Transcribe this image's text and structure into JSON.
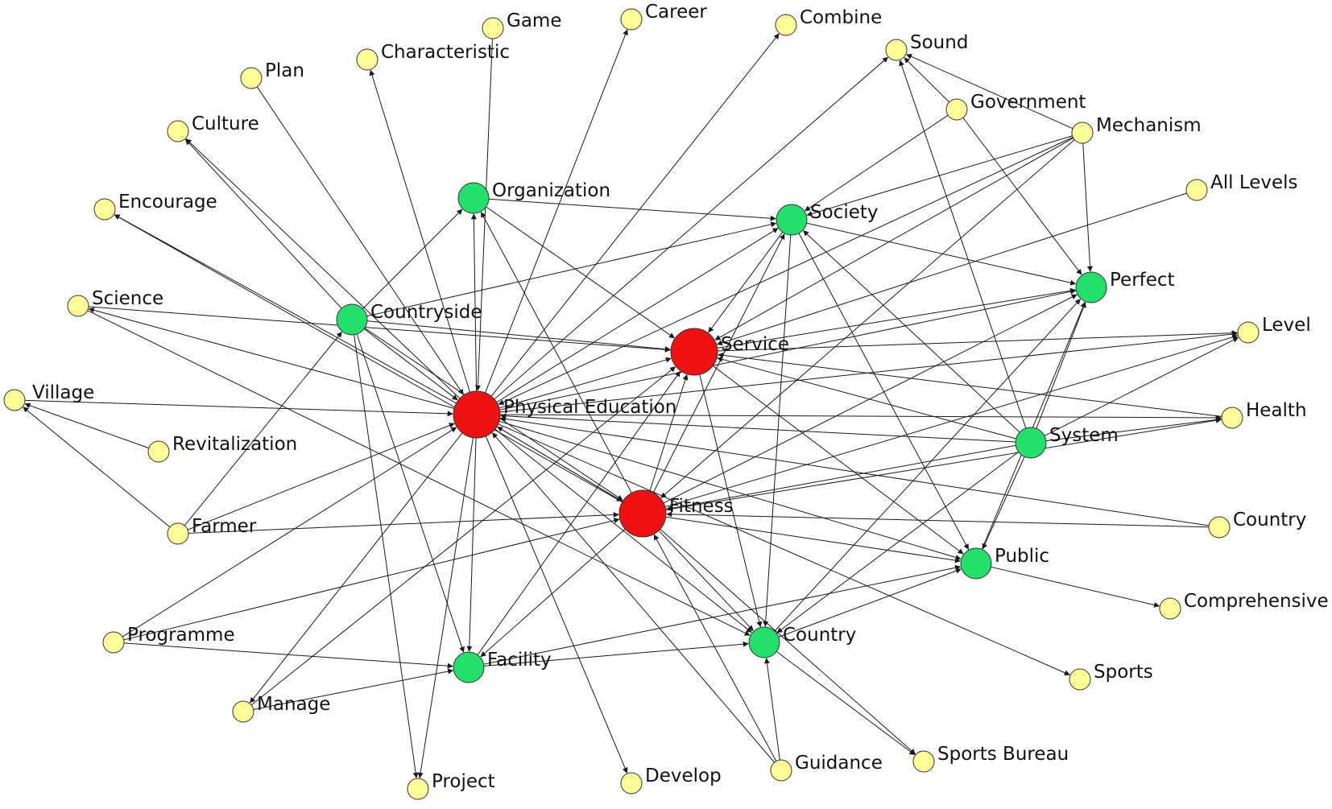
{
  "colors": {
    "core": "#ee1111",
    "secondary": "#22e06a",
    "peripheral": "#ffff99",
    "edge": "#1a1a1a"
  },
  "nodes": [
    {
      "id": "physical_education",
      "label": "Physical Education",
      "tier": "core"
    },
    {
      "id": "service",
      "label": "Service",
      "tier": "core"
    },
    {
      "id": "fitness",
      "label": "Fitness",
      "tier": "core"
    },
    {
      "id": "organization",
      "label": "Organization",
      "tier": "secondary"
    },
    {
      "id": "society",
      "label": "Society",
      "tier": "secondary"
    },
    {
      "id": "countryside",
      "label": "Countryside",
      "tier": "secondary"
    },
    {
      "id": "perfect",
      "label": "Perfect",
      "tier": "secondary"
    },
    {
      "id": "system",
      "label": "System",
      "tier": "secondary"
    },
    {
      "id": "public",
      "label": "Public",
      "tier": "secondary"
    },
    {
      "id": "country_g",
      "label": "Country",
      "tier": "secondary"
    },
    {
      "id": "facility",
      "label": "Facility",
      "tier": "secondary"
    },
    {
      "id": "game",
      "label": "Game",
      "tier": "peripheral"
    },
    {
      "id": "career",
      "label": "Career",
      "tier": "peripheral"
    },
    {
      "id": "combine",
      "label": "Combine",
      "tier": "peripheral"
    },
    {
      "id": "sound",
      "label": "Sound",
      "tier": "peripheral"
    },
    {
      "id": "characteristic",
      "label": "Characteristic",
      "tier": "peripheral"
    },
    {
      "id": "plan",
      "label": "Plan",
      "tier": "peripheral"
    },
    {
      "id": "government",
      "label": "Government",
      "tier": "peripheral"
    },
    {
      "id": "mechanism",
      "label": "Mechanism",
      "tier": "peripheral"
    },
    {
      "id": "culture",
      "label": "Culture",
      "tier": "peripheral"
    },
    {
      "id": "all_levels",
      "label": "All Levels",
      "tier": "peripheral"
    },
    {
      "id": "encourage",
      "label": "Encourage",
      "tier": "peripheral"
    },
    {
      "id": "science",
      "label": "Science",
      "tier": "peripheral"
    },
    {
      "id": "level",
      "label": "Level",
      "tier": "peripheral"
    },
    {
      "id": "village",
      "label": "Village",
      "tier": "peripheral"
    },
    {
      "id": "health",
      "label": "Health",
      "tier": "peripheral"
    },
    {
      "id": "revitalization",
      "label": "Revitalization",
      "tier": "peripheral"
    },
    {
      "id": "farmer",
      "label": "Farmer",
      "tier": "peripheral"
    },
    {
      "id": "country_y",
      "label": "Country",
      "tier": "peripheral"
    },
    {
      "id": "comprehensive",
      "label": "Comprehensive",
      "tier": "peripheral"
    },
    {
      "id": "programme",
      "label": "Programme",
      "tier": "peripheral"
    },
    {
      "id": "sports",
      "label": "Sports",
      "tier": "peripheral"
    },
    {
      "id": "manage",
      "label": "Manage",
      "tier": "peripheral"
    },
    {
      "id": "guidance",
      "label": "Guidance",
      "tier": "peripheral"
    },
    {
      "id": "sports_bureau",
      "label": "Sports Bureau",
      "tier": "peripheral"
    },
    {
      "id": "project",
      "label": "Project",
      "tier": "peripheral"
    },
    {
      "id": "develop",
      "label": "Develop",
      "tier": "peripheral"
    }
  ],
  "edges": [
    [
      "physical_education",
      "characteristic"
    ],
    [
      "physical_education",
      "career"
    ],
    [
      "physical_education",
      "combine"
    ],
    [
      "physical_education",
      "sound"
    ],
    [
      "physical_education",
      "organization"
    ],
    [
      "physical_education",
      "society"
    ],
    [
      "physical_education",
      "service"
    ],
    [
      "physical_education",
      "perfect"
    ],
    [
      "physical_education",
      "level"
    ],
    [
      "physical_education",
      "health"
    ],
    [
      "physical_education",
      "public"
    ],
    [
      "physical_education",
      "country_g"
    ],
    [
      "physical_education",
      "facility"
    ],
    [
      "physical_education",
      "project"
    ],
    [
      "physical_education",
      "develop"
    ],
    [
      "physical_education",
      "sports"
    ],
    [
      "physical_education",
      "fitness"
    ],
    [
      "physical_education",
      "culture"
    ],
    [
      "physical_education",
      "encourage"
    ],
    [
      "physical_education",
      "manage"
    ],
    [
      "countryside",
      "physical_education"
    ],
    [
      "village",
      "physical_education"
    ],
    [
      "farmer",
      "physical_education"
    ],
    [
      "plan",
      "physical_education"
    ],
    [
      "game",
      "physical_education"
    ],
    [
      "system",
      "physical_education"
    ],
    [
      "country_y",
      "physical_education"
    ],
    [
      "fitness",
      "physical_education"
    ],
    [
      "guidance",
      "physical_education"
    ],
    [
      "programme",
      "physical_education"
    ],
    [
      "mechanism",
      "physical_education"
    ],
    [
      "fitness",
      "service"
    ],
    [
      "fitness",
      "organization"
    ],
    [
      "fitness",
      "society"
    ],
    [
      "fitness",
      "perfect"
    ],
    [
      "fitness",
      "level"
    ],
    [
      "fitness",
      "public"
    ],
    [
      "fitness",
      "country_g"
    ],
    [
      "fitness",
      "facility"
    ],
    [
      "fitness",
      "sports_bureau"
    ],
    [
      "fitness",
      "encourage"
    ],
    [
      "fitness",
      "health"
    ],
    [
      "countryside",
      "fitness"
    ],
    [
      "farmer",
      "fitness"
    ],
    [
      "system",
      "fitness"
    ],
    [
      "guidance",
      "fitness"
    ],
    [
      "country_y",
      "fitness"
    ],
    [
      "programme",
      "fitness"
    ],
    [
      "mechanism",
      "fitness"
    ],
    [
      "organization",
      "service"
    ],
    [
      "organization",
      "society"
    ],
    [
      "society",
      "service"
    ],
    [
      "society",
      "perfect"
    ],
    [
      "society",
      "public"
    ],
    [
      "society",
      "country_g"
    ],
    [
      "countryside",
      "service"
    ],
    [
      "countryside",
      "society"
    ],
    [
      "countryside",
      "organization"
    ],
    [
      "countryside",
      "facility"
    ],
    [
      "countryside",
      "culture"
    ],
    [
      "countryside",
      "project"
    ],
    [
      "mechanism",
      "service"
    ],
    [
      "mechanism",
      "perfect"
    ],
    [
      "mechanism",
      "sound"
    ],
    [
      "mechanism",
      "society"
    ],
    [
      "government",
      "sound"
    ],
    [
      "government",
      "perfect"
    ],
    [
      "government",
      "society"
    ],
    [
      "all_levels",
      "service"
    ],
    [
      "system",
      "service"
    ],
    [
      "system",
      "perfect"
    ],
    [
      "system",
      "public"
    ],
    [
      "system",
      "sound"
    ],
    [
      "system",
      "society"
    ],
    [
      "system",
      "level"
    ],
    [
      "system",
      "health"
    ],
    [
      "system",
      "country_g"
    ],
    [
      "service",
      "perfect"
    ],
    [
      "service",
      "level"
    ],
    [
      "service",
      "country_g"
    ],
    [
      "service",
      "public"
    ],
    [
      "health",
      "service"
    ],
    [
      "public",
      "comprehensive"
    ],
    [
      "public",
      "perfect"
    ],
    [
      "facility",
      "country_g"
    ],
    [
      "facility",
      "public"
    ],
    [
      "facility",
      "service"
    ],
    [
      "programme",
      "facility"
    ],
    [
      "manage",
      "facility"
    ],
    [
      "manage",
      "service"
    ],
    [
      "country_g",
      "perfect"
    ],
    [
      "country_g",
      "public"
    ],
    [
      "country_g",
      "sports_bureau"
    ],
    [
      "guidance",
      "country_g"
    ],
    [
      "revitalization",
      "village"
    ],
    [
      "farmer",
      "village"
    ],
    [
      "farmer",
      "countryside"
    ],
    [
      "science",
      "service"
    ],
    [
      "science",
      "country_g"
    ],
    [
      "physical_education",
      "science"
    ]
  ]
}
